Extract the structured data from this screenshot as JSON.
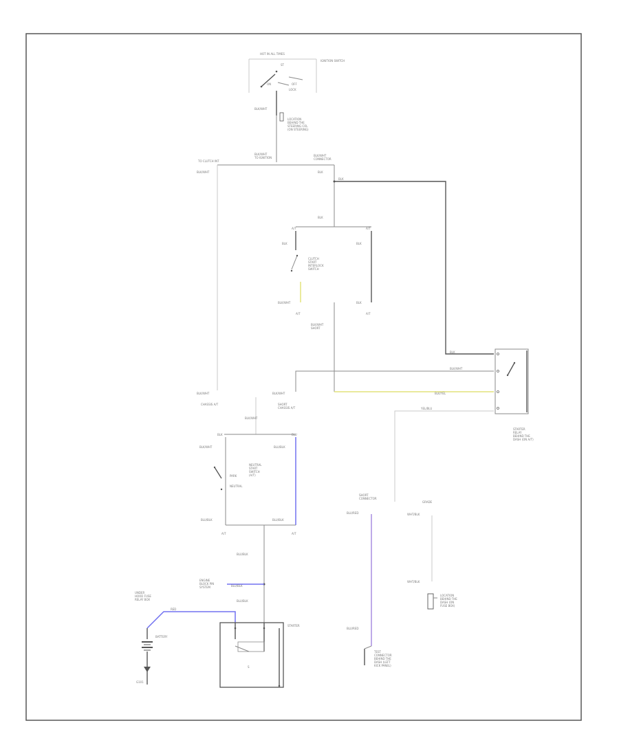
{
  "page": {
    "footer_code": ""
  },
  "colors": {
    "frame": "#555555",
    "wire": "#8a8a8a",
    "wire_light": "#c8c8c8",
    "wire_yellow": "#e2e27a",
    "wire_blue": "#7070f0",
    "wire_violet": "#a98ee0",
    "background": "#ffffff"
  },
  "labels": {
    "ignition_header": "HOT IN ALL TIMES",
    "ignition_switch": "IGNITION SWITCH",
    "ign_st": "ST",
    "ign_on": "ON",
    "ign_off": "OFF",
    "ign_lock": "LOCK",
    "wire_blk_wht_1": "BLK/WHT",
    "location_1": "LOCATION",
    "location_1b": "BEHIND THE",
    "location_1c": "STEERING COL",
    "location_1d": "(ON STEERING)",
    "wire_blk_wht_2": "BLK/WHT",
    "to_ignition": "TO IGNITION",
    "to_clutch_interlock": "TO CLUTCH INT",
    "wire_blk_wht_left": "BLK/WHT",
    "wire_blk_top": "BLK",
    "wire_blk_mid": "BLK",
    "wire_blk_sw1": "BLK",
    "wire_blk_sw2": "BLK",
    "clutch_switch": "CLUTCH",
    "clutch_switch_b": "START",
    "clutch_switch_c": "INTERLOCK",
    "clutch_switch_d": "SWITCH",
    "wire_blk_wht_sw": "BLK/WHT",
    "wire_blk_sw3": "BLK",
    "pin_a": "A/T",
    "pin_b": "A/T",
    "wire_blk_wht_3": "BLK/WHT",
    "wire_blk_wht_4": "BLK/WHT",
    "wire_blk_right": "BLK",
    "wire_blk_wht_relay": "BLK/WHT",
    "wire_yel_relay": "BLK/YEL",
    "wire_yel_blu_relay": "YEL/BLU",
    "wire_blk_wht_m": "BLK/WHT",
    "wire_blk_wht_at": "BLK/WHT",
    "chassis_at": "CHASSIS A/T",
    "short_connector": "SHORT",
    "short_connector_b": "CONNECTOR",
    "starter_relay": "STARTER",
    "starter_relay_b": "RELAY",
    "starter_relay_c": "BEHIND THE",
    "starter_relay_d": "DASH (ON A/T)",
    "wire_blk_wht_np": "BLK/WHT",
    "blk_np": "BLK",
    "blu_np": "BLU",
    "neutral_switch": "NEUTRAL",
    "neutral_switch_b": "START",
    "neutral_switch_c": "SWITCH",
    "neutral_switch_d": "(A/T)",
    "park": "PARK",
    "neutral": "NEUTRAL",
    "wire_blk_wht_np2": "BLK/WHT",
    "wire_blk_np2": "BLU/BLK",
    "pin_at1": "A/T",
    "pin_at2": "A/T",
    "wire_blu_blk": "BLU/BLK",
    "engine_block": "ENGINE",
    "engine_block_b": "BLOCK PIN",
    "engine_block_c": "SYSTEM",
    "wire_blu_blk_2": "BLU/BLK",
    "wire_blu_blk_3": "BLU/BLK",
    "underhood_fuse": "UNDER",
    "underhood_fuse_b": "HOOD FUSE",
    "underhood_fuse_c": "RELAY BOX",
    "battery": "BATTERY",
    "wire_red": "RED",
    "ground": "G101",
    "starter": "STARTER",
    "starter_s": "S",
    "short_conn_2": "SHORT",
    "short_conn_2b": "CONNECTOR",
    "blu_red": "BLU/RED",
    "blu_red_2": "BLU/RED",
    "test_connector": "TEST",
    "test_connector_b": "CONNECTOR",
    "test_connector_c": "BEHIND THE",
    "test_connector_d": "DASH (LEFT",
    "test_connector_e": "KICK PANEL)",
    "diagnostic": "GRADE",
    "wht_blk": "WHT/BLK",
    "wht_blk_2": "WHT/BLK",
    "location_2": "LOCATION",
    "location_2b": "BEHIND THE",
    "location_2c": "DASH (ON",
    "location_2d": "FUSE BOX)"
  }
}
